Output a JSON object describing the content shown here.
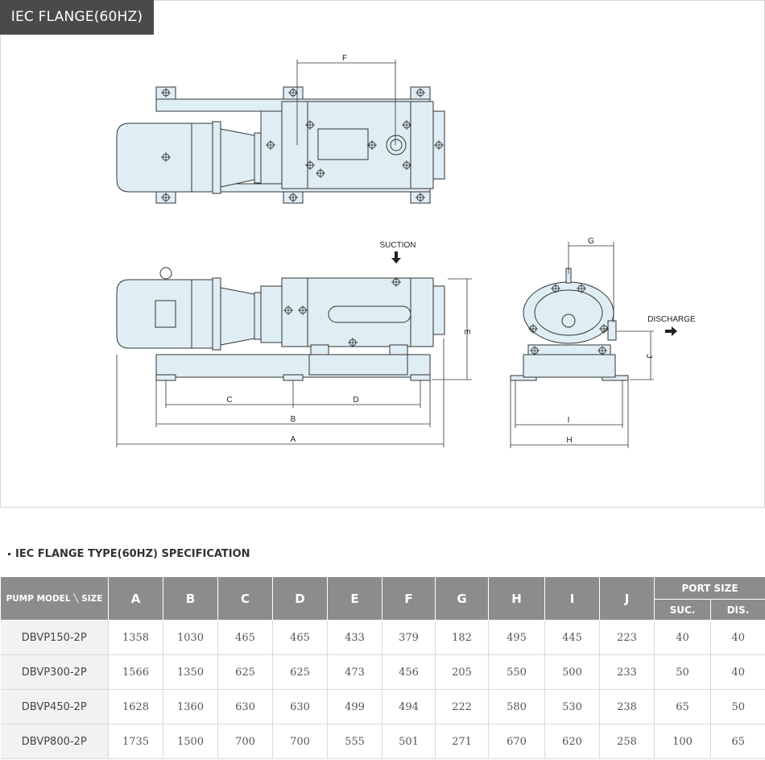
{
  "header": {
    "badge": "IEC FLANGE(60HZ)"
  },
  "drawing": {
    "labels": {
      "F": "F",
      "G": "G",
      "C": "C",
      "D": "D",
      "B": "B",
      "A": "A",
      "E": "E",
      "H": "H",
      "I": "I",
      "J": "J",
      "suction": "SUCTION",
      "discharge": "DISCHARGE"
    },
    "colors": {
      "body": "#dfedf5",
      "line": "#333333"
    }
  },
  "section": {
    "title": "IEC FLANGE TYPE(60HZ) SPECIFICATION"
  },
  "table": {
    "model_header": "PUMP MODEL ╲ SIZE",
    "columns": [
      "A",
      "B",
      "C",
      "D",
      "E",
      "F",
      "G",
      "H",
      "I",
      "J"
    ],
    "port_header": "PORT SIZE",
    "port_columns": [
      "SUC.",
      "DIS."
    ],
    "rows": [
      {
        "model": "DBVP150-2P",
        "values": [
          "1358",
          "1030",
          "465",
          "465",
          "433",
          "379",
          "182",
          "495",
          "445",
          "223",
          "40",
          "40"
        ]
      },
      {
        "model": "DBVP300-2P",
        "values": [
          "1566",
          "1350",
          "625",
          "625",
          "473",
          "456",
          "205",
          "550",
          "500",
          "233",
          "50",
          "40"
        ]
      },
      {
        "model": "DBVP450-2P",
        "values": [
          "1628",
          "1360",
          "630",
          "630",
          "499",
          "494",
          "222",
          "580",
          "530",
          "238",
          "65",
          "50"
        ]
      },
      {
        "model": "DBVP800-2P",
        "values": [
          "1735",
          "1500",
          "700",
          "700",
          "555",
          "501",
          "271",
          "670",
          "620",
          "258",
          "100",
          "65"
        ]
      }
    ]
  }
}
